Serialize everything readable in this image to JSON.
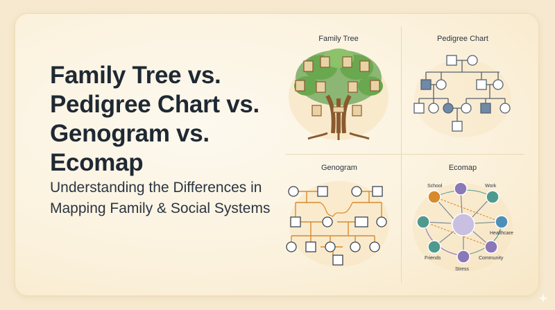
{
  "title": "Family Tree vs. Pedigree Chart vs. Genogram vs. Ecomap",
  "subtitle": "Understanding the Differences in Mapping Family & Social Systems",
  "panels": {
    "family_tree": {
      "title": "Family Tree"
    },
    "pedigree": {
      "title": "Pedigree Chart"
    },
    "genogram": {
      "title": "Genogram"
    },
    "ecomap": {
      "title": "Ecomap",
      "labels": {
        "school": "School",
        "work": "Work",
        "healthcare": "Healthcare",
        "community": "Community",
        "stress": "Stress",
        "friends": "Friends"
      }
    }
  },
  "colors": {
    "title_text": "#1f2933",
    "accent_orange": "#d98a2b",
    "tree_green": "#6aa84f",
    "tree_trunk": "#8a5a2e",
    "pedigree_fill": "#6f89a8",
    "ecomap_teal": "#4e9a8f",
    "ecomap_purple": "#8a78b8"
  }
}
